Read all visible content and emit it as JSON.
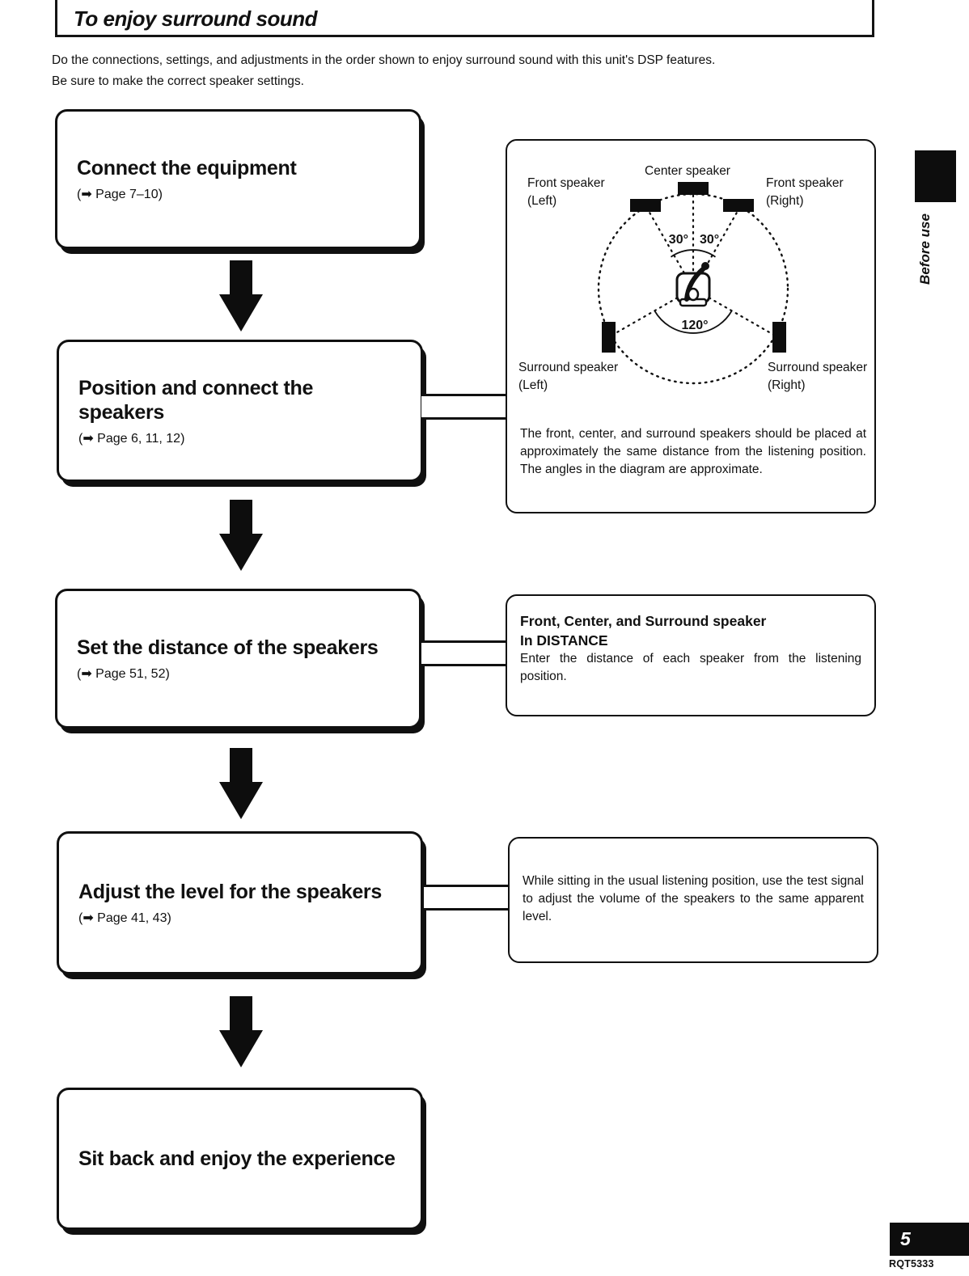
{
  "page": {
    "title": "To enjoy surround sound",
    "intro_line1": "Do the connections, settings, and adjustments in the order shown to enjoy surround sound with this unit's DSP features.",
    "intro_line2": "Be sure to make the correct speaker settings.",
    "side_tab_label": "Before use",
    "page_number": "5",
    "doc_code": "RQT5333"
  },
  "flow": {
    "steps": [
      {
        "title": "Connect the equipment",
        "page_ref": "(➡ Page 7–10)"
      },
      {
        "title": "Position and connect the speakers",
        "page_ref": "(➡ Page 6, 11, 12)"
      },
      {
        "title": "Set the distance of the speakers",
        "page_ref": "(➡ Page 51, 52)"
      },
      {
        "title": "Adjust the level for the speakers",
        "page_ref": "(➡ Page 41, 43)"
      },
      {
        "title": "Sit back and enjoy the experience"
      }
    ]
  },
  "diagram_panel": {
    "labels": {
      "center": "Center speaker",
      "front_left": [
        "Front speaker",
        "(Left)"
      ],
      "front_right": [
        "Front speaker",
        "(Right)"
      ],
      "surround_left": [
        "Surround speaker",
        "(Left)"
      ],
      "surround_right": [
        "Surround speaker",
        "(Right)"
      ],
      "angle_front_left": "30°",
      "angle_front_right": "30°",
      "angle_rear": "120°"
    },
    "caption": "The front, center, and surround speakers should be placed at approximately the same distance from the listening position. The angles in the diagram are approximate."
  },
  "distance_panel": {
    "title_line1": "Front, Center, and Surround speaker",
    "title_line2": "In DISTANCE",
    "body": "Enter the distance of each speaker from the listening position."
  },
  "level_panel": {
    "body": "While sitting in the usual listening position, use the test signal to adjust the volume of the speakers to the same apparent level."
  },
  "colors": {
    "ink": "#101010",
    "paper": "#ffffff"
  }
}
